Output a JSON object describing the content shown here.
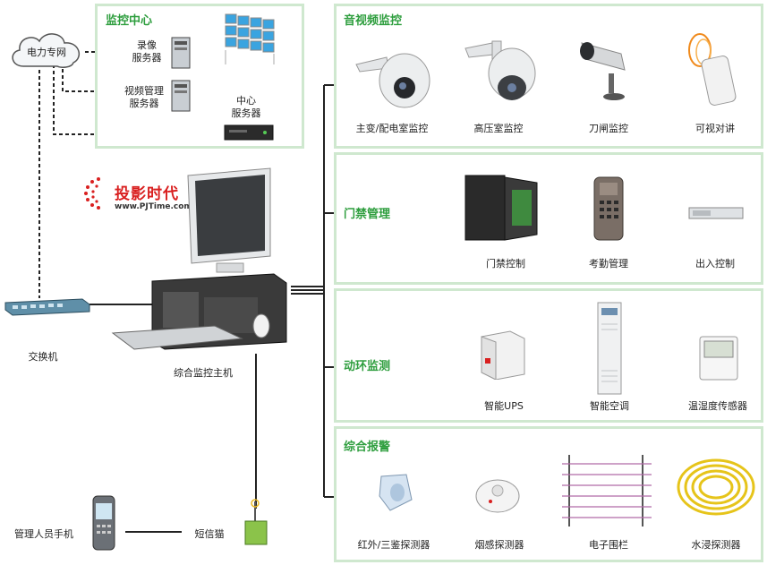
{
  "cloud": {
    "label": "电力专网"
  },
  "monitor_center": {
    "title": "监控中心",
    "recording_server": "录像\n服务器",
    "video_mgmt_server": "视频管理\n服务器",
    "central_server": "中心\n服务器"
  },
  "brand": {
    "name": "投影时代",
    "url": "www.PJTime.com"
  },
  "host": {
    "label": "综合监控主机"
  },
  "switch": {
    "label": "交换机"
  },
  "phone": {
    "label": "管理人员手机"
  },
  "sms_modem": {
    "label": "短信猫"
  },
  "sections": [
    {
      "title": "音视频监控",
      "items": [
        "主变/配电室监控",
        "高压室监控",
        "刀闸监控",
        "可视对讲"
      ]
    },
    {
      "title": "门禁管理",
      "items": [
        "门禁控制",
        "考勤管理",
        "出入控制"
      ]
    },
    {
      "title": "动环监测",
      "items": [
        "智能UPS",
        "智能空调",
        "温湿度传感器"
      ]
    },
    {
      "title": "综合报警",
      "items": [
        "红外/三鉴探测器",
        "烟感探测器",
        "电子围栏",
        "水浸探测器"
      ]
    }
  ],
  "colors": {
    "accent": "#2e9e3e",
    "panel_border": "#cfe8cf",
    "brand_red": "#d92020"
  }
}
